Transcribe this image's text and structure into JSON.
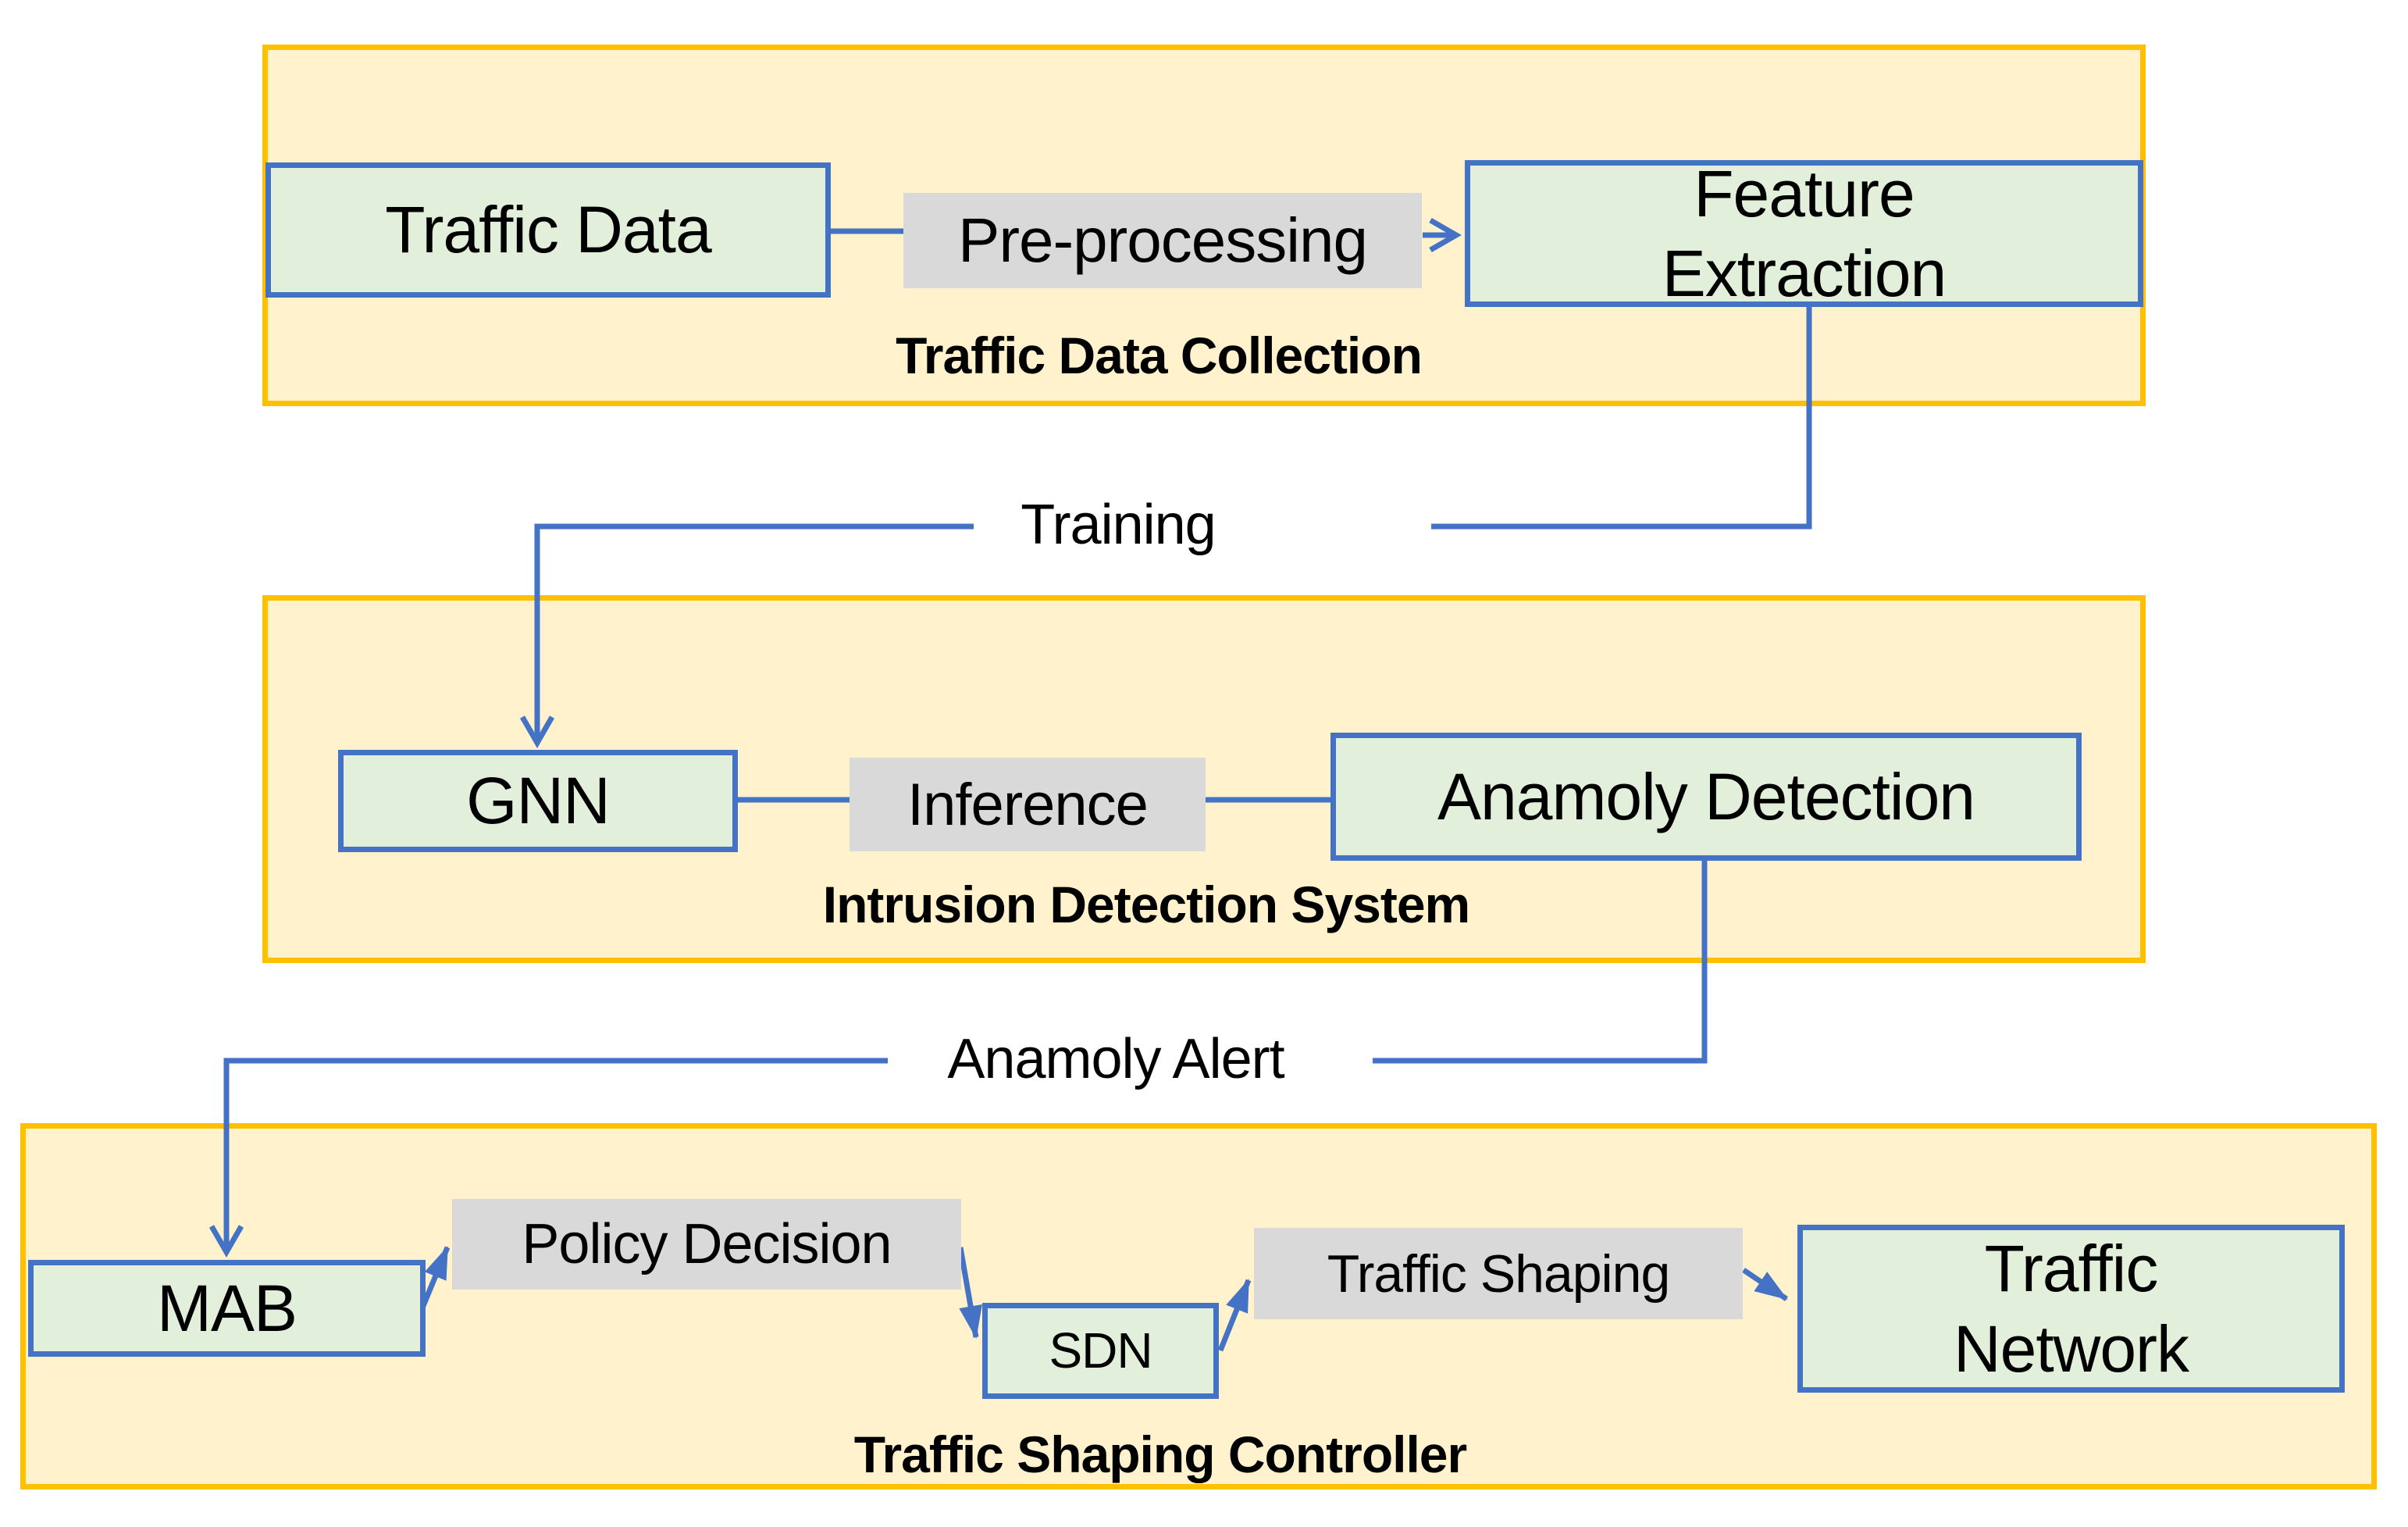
{
  "diagram": {
    "background": "#FFFFFF",
    "colors": {
      "container_fill": "#FFF2CC",
      "container_border": "#FFC000",
      "node_fill": "#E2EFDA",
      "node_border": "#4472C4",
      "process_label_fill": "#D9D9D9",
      "connector": "#4472C4",
      "text": "#000000"
    },
    "sections": {
      "collection": {
        "title": "Traffic Data Collection"
      },
      "ids": {
        "title": "Intrusion Detection System"
      },
      "controller": {
        "title": "Traffic Shaping Controller"
      }
    },
    "nodes": {
      "traffic_data": "Traffic Data",
      "feature_extraction": "Feature Extraction",
      "gnn": "GNN",
      "anamoly_detection": "Anamoly Detection",
      "mab": "MAB",
      "sdn": "SDN",
      "traffic_network": "Traffic Network"
    },
    "process_labels": {
      "pre_processing": "Pre-processing",
      "inference": "Inference",
      "policy_decision": "Policy Decision",
      "traffic_shaping": "Traffic Shaping"
    },
    "flow_labels": {
      "training": "Training",
      "anamoly_alert": "Anamoly Alert"
    }
  }
}
